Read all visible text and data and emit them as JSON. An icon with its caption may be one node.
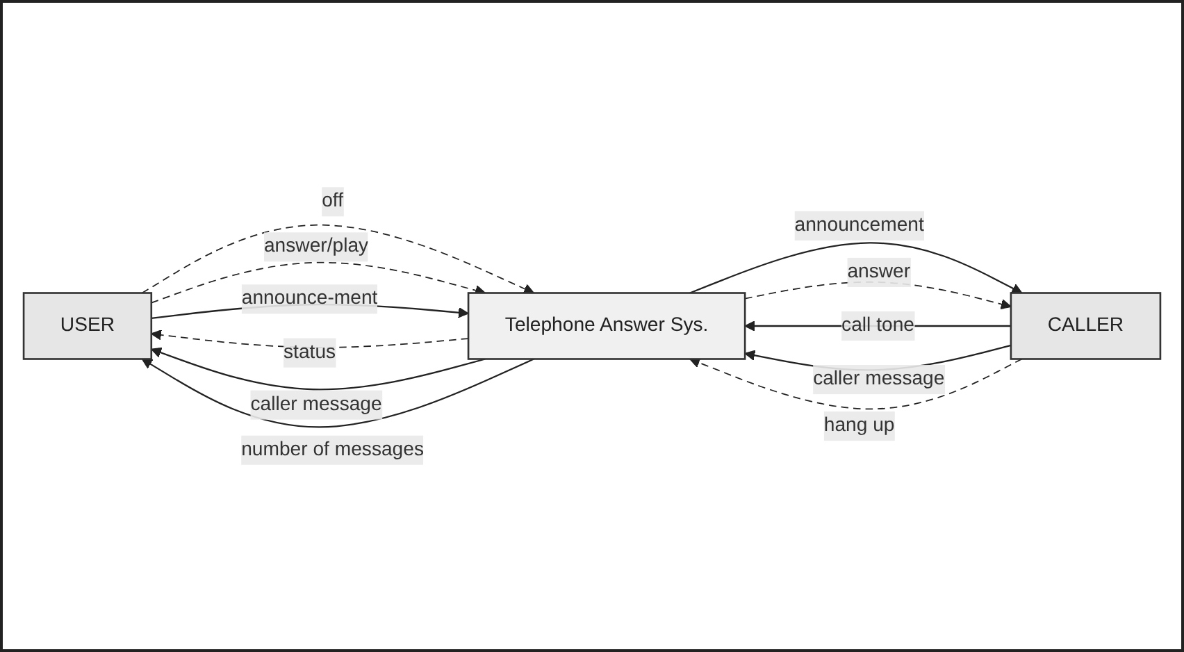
{
  "diagram": {
    "nodes": [
      {
        "text": [
          "USER"
        ]
      },
      {
        "text": [
          "Telephone Answer Sys."
        ]
      },
      {
        "text": [
          "CALLER"
        ]
      }
    ],
    "edges": [
      {
        "from": 1,
        "to": 0,
        "arrow": "to",
        "label": "status",
        "style": "dashed"
      },
      {
        "from": 0,
        "to": 1,
        "arrow": "to",
        "label": "off",
        "style": "dashed"
      },
      {
        "from": 0,
        "to": 1,
        "arrow": "to",
        "label": "answer/play",
        "style": "dashed"
      },
      {
        "from": 0,
        "to": 1,
        "arrow": "to",
        "label": "announce-ment"
      },
      {
        "from": 1,
        "to": 0,
        "arrow": "to",
        "label": "caller message"
      },
      {
        "from": 1,
        "to": 0,
        "arrow": "to",
        "label": "number of messages"
      },
      {
        "from": 2,
        "to": 1,
        "arrow": "to",
        "label": "call tone"
      },
      {
        "from": 1,
        "to": 2,
        "arrow": "to",
        "label": "announcement"
      },
      {
        "from": 2,
        "to": 1,
        "arrow": "to",
        "label": "caller message"
      },
      {
        "from": 1,
        "to": 2,
        "arrow": "to",
        "label": "answer",
        "style": "dashed"
      },
      {
        "from": 2,
        "to": 1,
        "arrow": "to",
        "label": "hang up",
        "style": "dashed"
      }
    ]
  }
}
